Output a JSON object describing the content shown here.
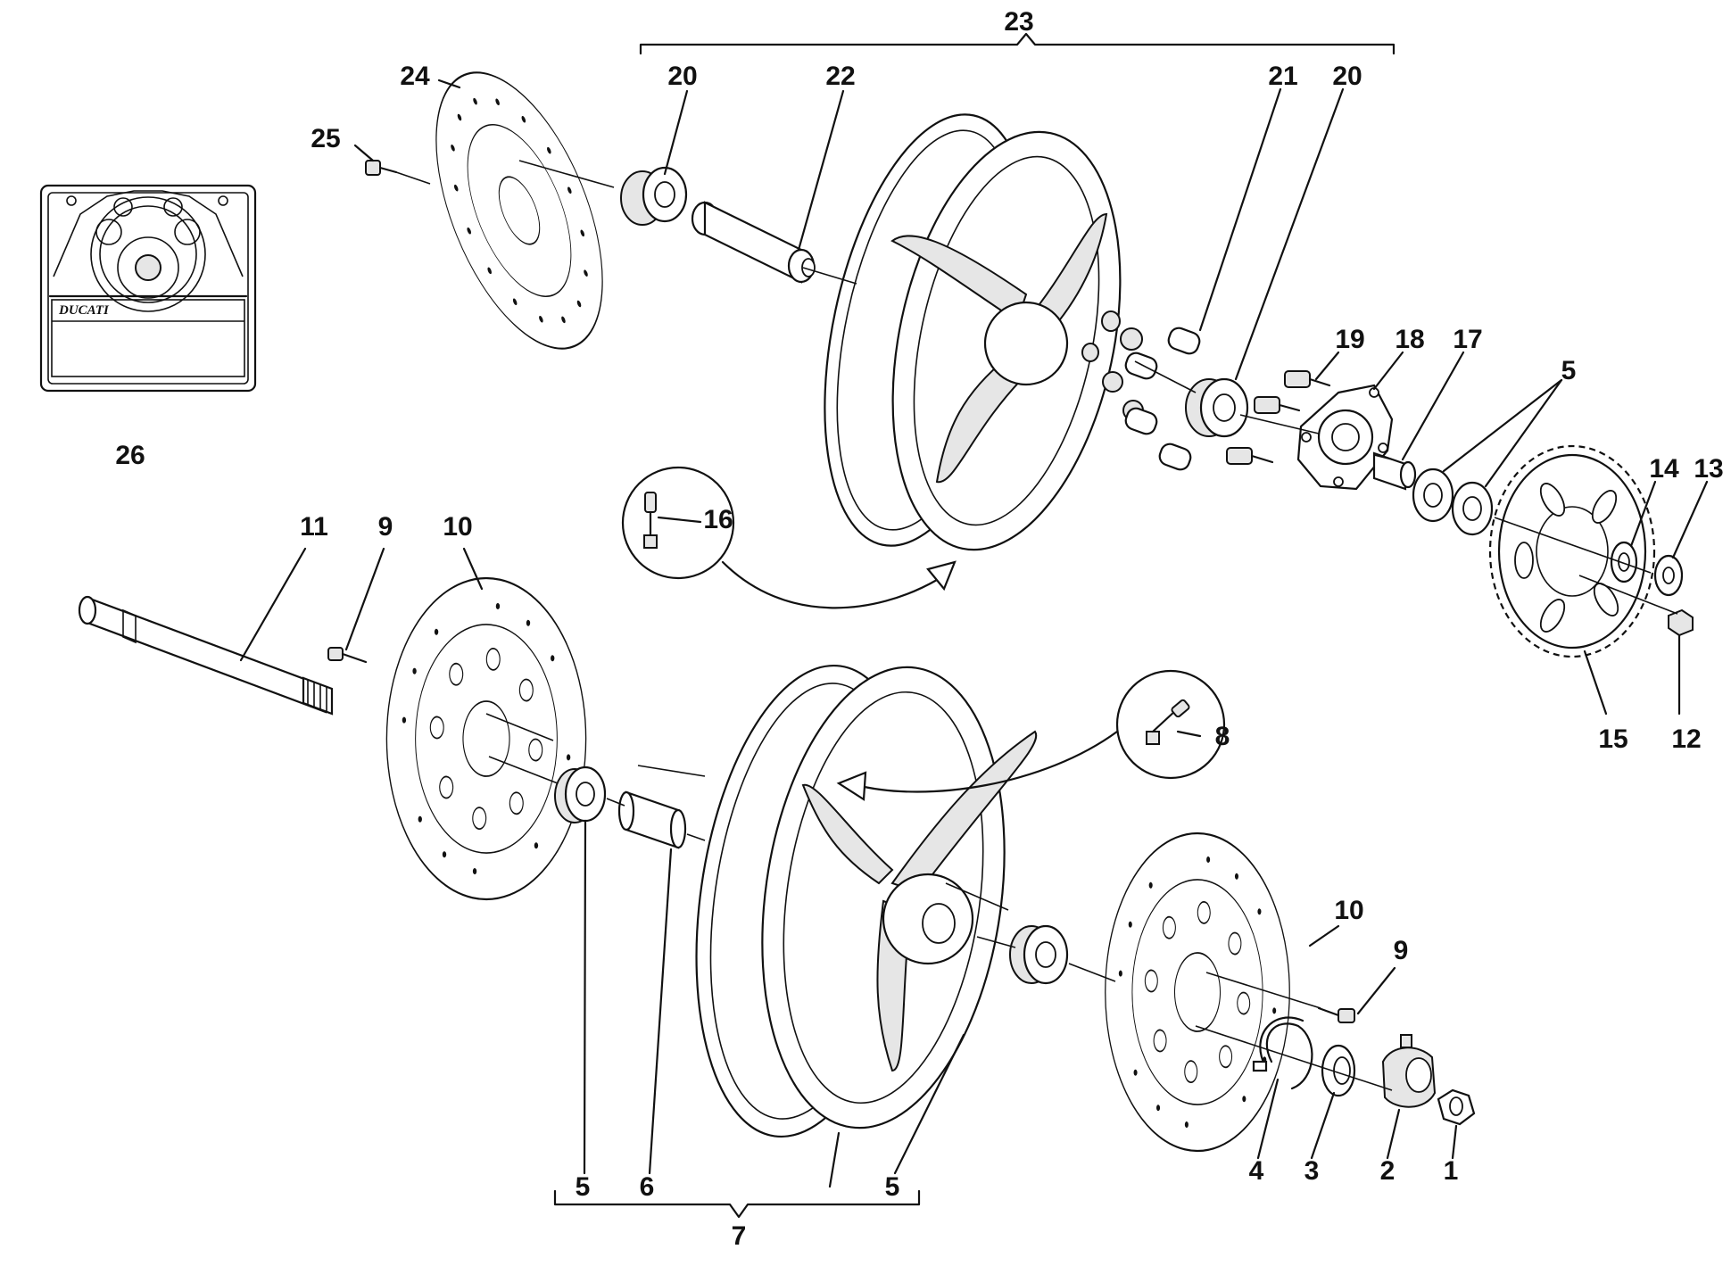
{
  "diagram": {
    "brand_text": "DUCATI",
    "callouts": {
      "c1": "1",
      "c2": "2",
      "c3": "3",
      "c4": "4",
      "c5a": "5",
      "c5b": "5",
      "c5c": "5",
      "c6": "6",
      "c7": "7",
      "c8": "8",
      "c9a": "9",
      "c9b": "9",
      "c10a": "10",
      "c10b": "10",
      "c11": "11",
      "c12": "12",
      "c13": "13",
      "c14": "14",
      "c15": "15",
      "c16": "16",
      "c17": "17",
      "c18": "18",
      "c19": "19",
      "c20a": "20",
      "c20b": "20",
      "c21": "21",
      "c22": "22",
      "c23": "23",
      "c24": "24",
      "c25": "25",
      "c26": "26"
    }
  }
}
